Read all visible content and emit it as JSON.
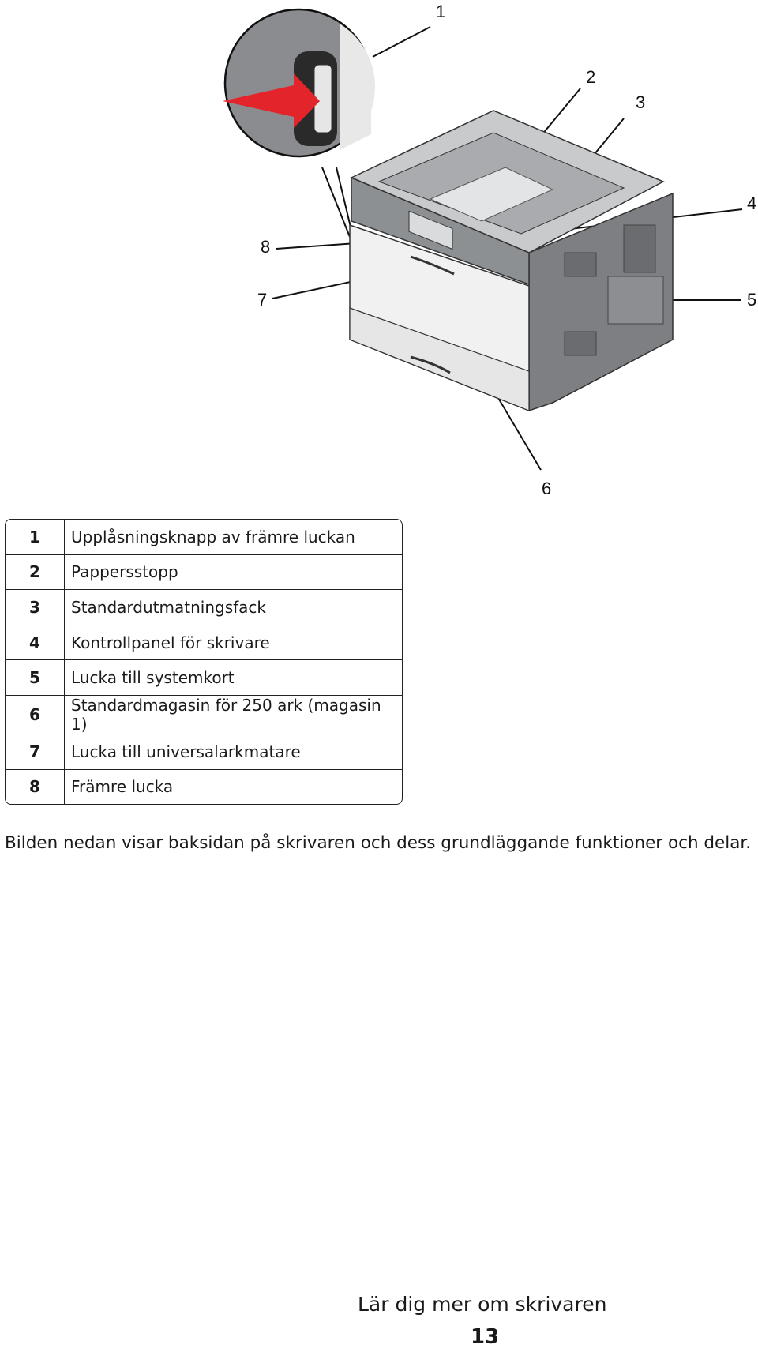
{
  "figure": {
    "callouts": [
      "1",
      "2",
      "3",
      "4",
      "5",
      "6",
      "7",
      "8"
    ]
  },
  "legend": {
    "rows": [
      {
        "num": "1",
        "text": "Upplåsningsknapp av främre luckan"
      },
      {
        "num": "2",
        "text": "Pappersstopp"
      },
      {
        "num": "3",
        "text": "Standardutmatningsfack"
      },
      {
        "num": "4",
        "text": "Kontrollpanel för skrivare"
      },
      {
        "num": "5",
        "text": "Lucka till systemkort"
      },
      {
        "num": "6",
        "text": "Standardmagasin för 250 ark (magasin 1)"
      },
      {
        "num": "7",
        "text": "Lucka till universalarkmatare"
      },
      {
        "num": "8",
        "text": "Främre lucka"
      }
    ]
  },
  "caption": "Bilden nedan visar baksidan på skrivaren och dess grundläggande funktioner och delar.",
  "footer": {
    "title": "Lär dig mer om skrivaren",
    "page_number": "13"
  }
}
